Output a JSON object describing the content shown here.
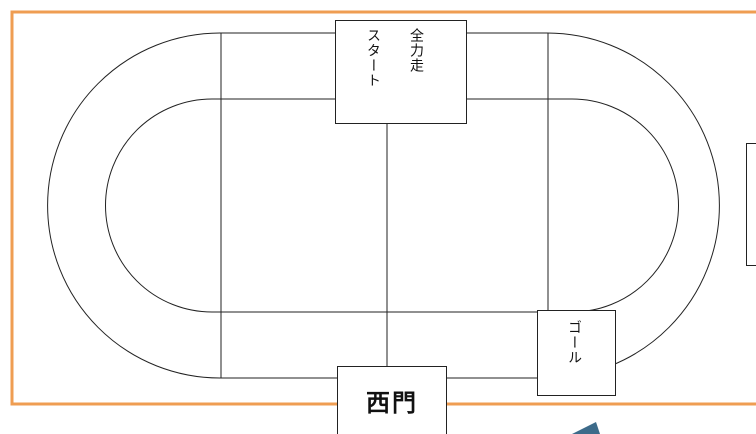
{
  "colors": {
    "boundary": "#ef9d52",
    "track_line": "#222222",
    "arrow": "#3d6b8a"
  },
  "labels": {
    "start": {
      "col1": "全力走",
      "col2": "スタート"
    },
    "goal": "ゴール",
    "gate": "西門"
  }
}
